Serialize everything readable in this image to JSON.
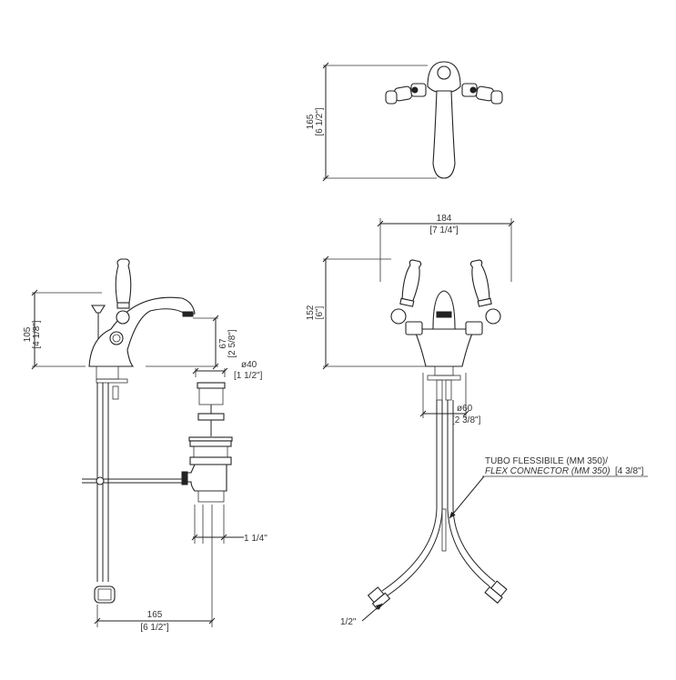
{
  "top_view": {
    "height_dim": {
      "mm": "165",
      "inch": "[6 1/2\"]"
    }
  },
  "front_view": {
    "width_dim": {
      "mm": "184",
      "inch": "[7 1/4\"]"
    },
    "height_dim": {
      "mm": "152",
      "inch": "[6\"]"
    },
    "hole_dim": {
      "mm": "ø60",
      "inch": "[2 3/8\"]"
    },
    "hose_label_it": "TUBO FLESSIBILE (MM 350)/",
    "hose_label_en": "FLEX CONNECTOR (MM 350)",
    "hose_label_inch": "[4 3/8\"]",
    "connector_size": "1/2\""
  },
  "side_view": {
    "height_dim": {
      "mm": "105",
      "inch": "[4 1/8\"]"
    },
    "spout_dim": {
      "mm": "67",
      "inch": "[2 5/8\"]"
    },
    "drain_dim": {
      "mm": "ø40",
      "inch": "[1 1/2\"]"
    },
    "waste_size": "1 1/4\"",
    "reach_dim": {
      "mm": "165",
      "inch": "[6 1/2\"]"
    }
  }
}
